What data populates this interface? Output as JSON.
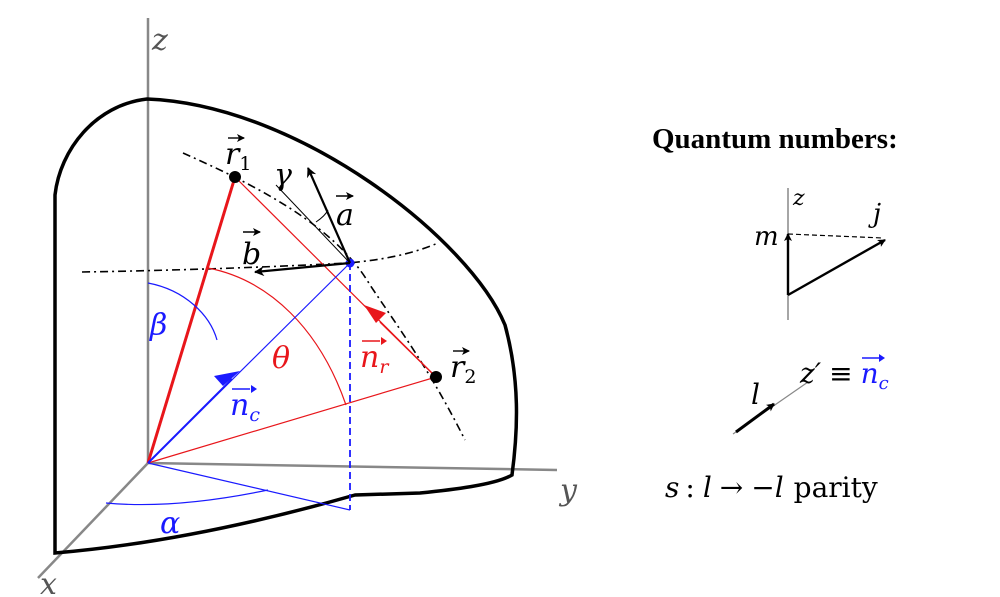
{
  "axes": {
    "x": "x",
    "y": "y",
    "z": "z"
  },
  "vectors": {
    "r": "r",
    "r1_sub": "1",
    "r2_sub": "2",
    "a": "a",
    "b": "b",
    "n": "n",
    "nc_sub": "c",
    "nr_sub": "r"
  },
  "angles": {
    "alpha": "α",
    "beta": "β",
    "theta": "θ",
    "gamma": "γ"
  },
  "side": {
    "title": "Quantum numbers:",
    "z": "z",
    "m": "m",
    "j": "j",
    "l": "l",
    "zprime": "z′",
    "equiv": "≡",
    "n": "n",
    "nc_sub": "c",
    "s": "s",
    "colon": ":",
    "l_from": "l",
    "arrow": "→",
    "minus_l": "−l",
    "parity": "parity"
  },
  "colors": {
    "black": "#000000",
    "red": "#e8161b",
    "blue": "#1a1aff",
    "axis": "#888888"
  }
}
